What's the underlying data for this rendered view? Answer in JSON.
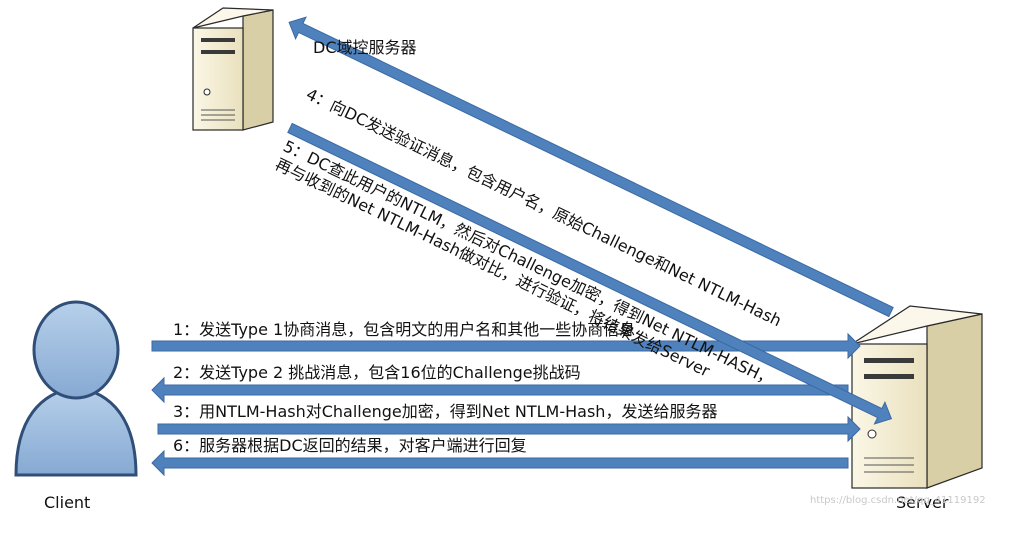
{
  "nodes": {
    "dc_label": "DC域控服务器",
    "client_label": "Client",
    "server_label": "Server"
  },
  "messages": {
    "m1": "1：发送Type 1协商消息，包含明文的用户名和其他一些协商信息",
    "m2": "2：发送Type 2 挑战消息，包含16位的Challenge挑战码",
    "m3": "3：用NTLM-Hash对Challenge加密，得到Net NTLM-Hash，发送给服务器",
    "m4": "4：向DC发送验证消息，包含用户名，原始Challenge和Net NTLM-Hash",
    "m5_line1": "5：DC查此用户的NTLM，然后对Challenge加密，得到Net NTLM-HASH，",
    "m5_line2": "再与收到的Net NTLM-Hash做对比，进行验证，将结果发给Server",
    "m6": "6：服务器根据DC返回的结果，对客户端进行回复"
  },
  "watermark": "https://blog.csdn.net/qq_41119192",
  "colors": {
    "arrow_fill": "#4f81bd",
    "arrow_stroke": "#3a6aa4",
    "person_fill": "#9cbde0",
    "person_stroke": "#2f4e78",
    "server_front": "#f2ecd2",
    "server_side": "#d8cfa8",
    "server_top": "#fbf8eb",
    "server_stroke": "#2a2a2a"
  }
}
